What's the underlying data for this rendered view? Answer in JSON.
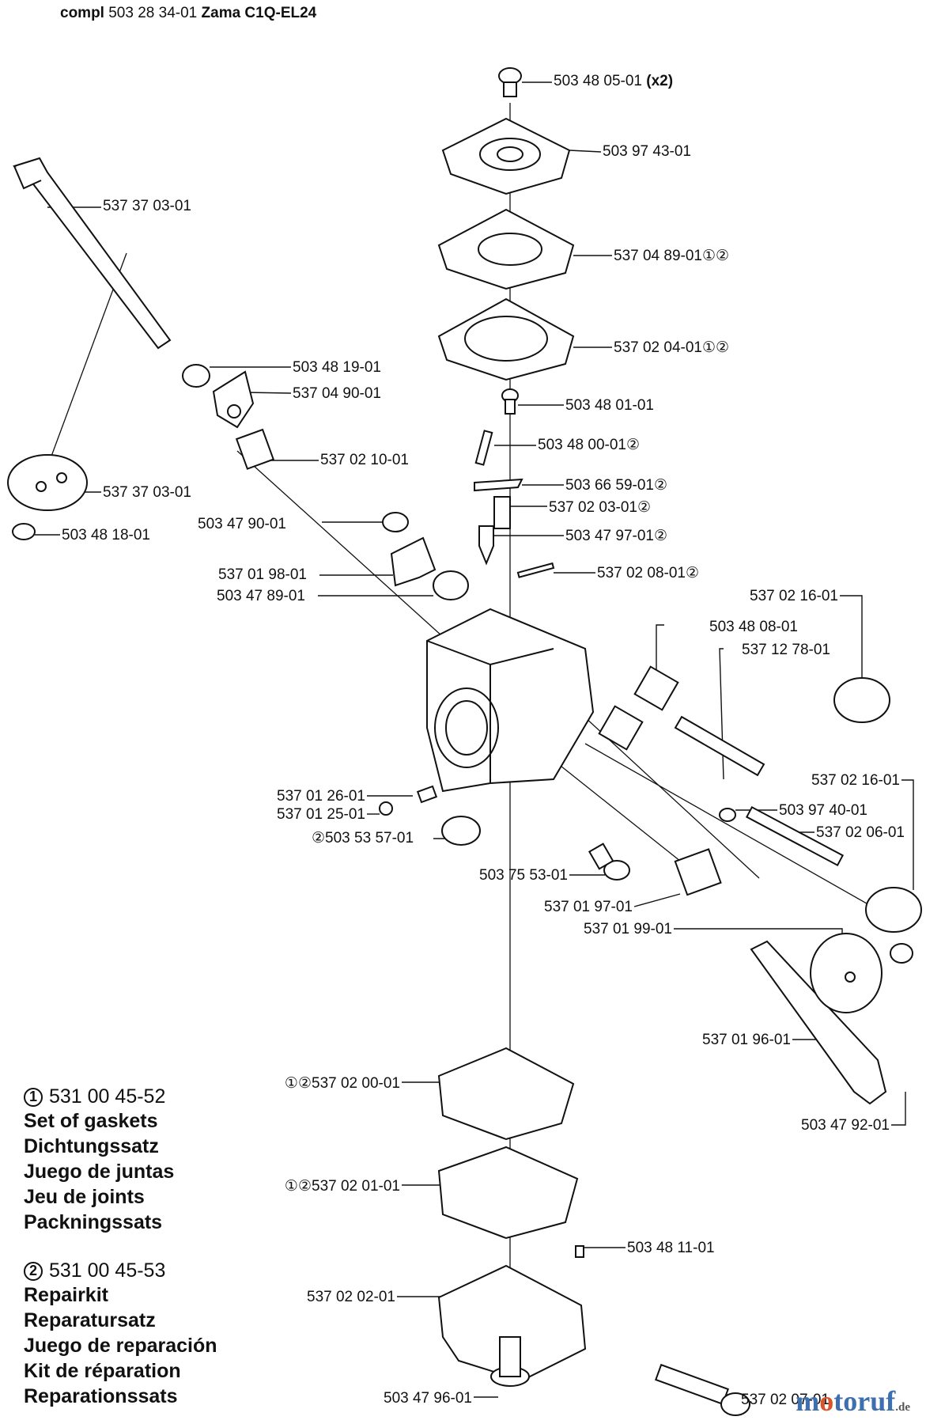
{
  "header": {
    "prefix": "compl",
    "number": "503 28 34-01",
    "model": "Zama C1Q-EL24"
  },
  "labels": [
    {
      "id": "l1",
      "text": "503 48 05-01",
      "suffix": "(x2)",
      "marks": ""
    },
    {
      "id": "l2",
      "text": "503 97 43-01",
      "marks": ""
    },
    {
      "id": "l3",
      "text": "537 37 03-01",
      "marks": ""
    },
    {
      "id": "l4",
      "text": "537 04 89-01",
      "marks": "①②"
    },
    {
      "id": "l5",
      "text": "537 02 04-01",
      "marks": "①②"
    },
    {
      "id": "l6",
      "text": "503 48 19-01",
      "marks": ""
    },
    {
      "id": "l7",
      "text": "537 04 90-01",
      "marks": ""
    },
    {
      "id": "l8",
      "text": "503 48 01-01",
      "marks": ""
    },
    {
      "id": "l9",
      "text": "503 48 00-01",
      "marks": "②"
    },
    {
      "id": "l10",
      "text": "537 02 10-01",
      "marks": ""
    },
    {
      "id": "l11",
      "text": "503 66 59-01",
      "marks": "②"
    },
    {
      "id": "l12",
      "text": "537 37 03-01",
      "marks": ""
    },
    {
      "id": "l13",
      "text": "537 02 03-01",
      "marks": "②"
    },
    {
      "id": "l14",
      "text": "503 47 90-01",
      "marks": ""
    },
    {
      "id": "l15",
      "text": "503 47 97-01",
      "marks": "②"
    },
    {
      "id": "l16",
      "text": "503 48 18-01",
      "marks": ""
    },
    {
      "id": "l17",
      "text": "537 01 98-01",
      "marks": ""
    },
    {
      "id": "l18",
      "text": "537 02 08-01",
      "marks": "②"
    },
    {
      "id": "l19",
      "text": "503 47 89-01",
      "marks": ""
    },
    {
      "id": "l20",
      "text": "537 02 16-01",
      "marks": ""
    },
    {
      "id": "l21",
      "text": "503 48 08-01",
      "marks": ""
    },
    {
      "id": "l22",
      "text": "537 12 78-01",
      "marks": ""
    },
    {
      "id": "l23",
      "text": "537 02 16-01",
      "marks": ""
    },
    {
      "id": "l24",
      "text": "537 01 26-01",
      "marks": ""
    },
    {
      "id": "l25",
      "text": "503 97 40-01",
      "marks": ""
    },
    {
      "id": "l26",
      "text": "537 01 25-01",
      "marks": ""
    },
    {
      "id": "l27",
      "text": "537 02 06-01",
      "marks": ""
    },
    {
      "id": "l28",
      "text": "503 53 57-01",
      "marks": "",
      "prefix": "②"
    },
    {
      "id": "l29",
      "text": "503 75 53-01",
      "marks": ""
    },
    {
      "id": "l30",
      "text": "537 01 97-01",
      "marks": ""
    },
    {
      "id": "l31",
      "text": "537 01 99-01",
      "marks": ""
    },
    {
      "id": "l32",
      "text": "537 01 96-01",
      "marks": ""
    },
    {
      "id": "l33",
      "text": "537 02 00-01",
      "marks": "",
      "prefix": "①②"
    },
    {
      "id": "l34",
      "text": "503 47 92-01",
      "marks": ""
    },
    {
      "id": "l35",
      "text": "537 02 01-01",
      "marks": "",
      "prefix": "①②"
    },
    {
      "id": "l36",
      "text": "503 48 11-01",
      "marks": ""
    },
    {
      "id": "l37",
      "text": "537 02 02-01",
      "marks": ""
    },
    {
      "id": "l38",
      "text": "503 47 96-01",
      "marks": ""
    },
    {
      "id": "l39",
      "text": "537 02 07-01",
      "marks": ""
    }
  ],
  "legend": {
    "kit1": {
      "mark": "1",
      "code": "531 00 45-52",
      "lines": [
        "Set of gaskets",
        "Dichtungssatz",
        "Juego de juntas",
        "Jeu de joints",
        "Packningssats"
      ]
    },
    "kit2": {
      "mark": "2",
      "code": "531 00 45-53",
      "lines": [
        "Repairkit",
        "Reparatursatz",
        "Juego de reparación",
        "Kit de réparation",
        "Reparationssats"
      ]
    }
  },
  "watermark": {
    "main": "motoruf",
    "tld": ".de"
  }
}
